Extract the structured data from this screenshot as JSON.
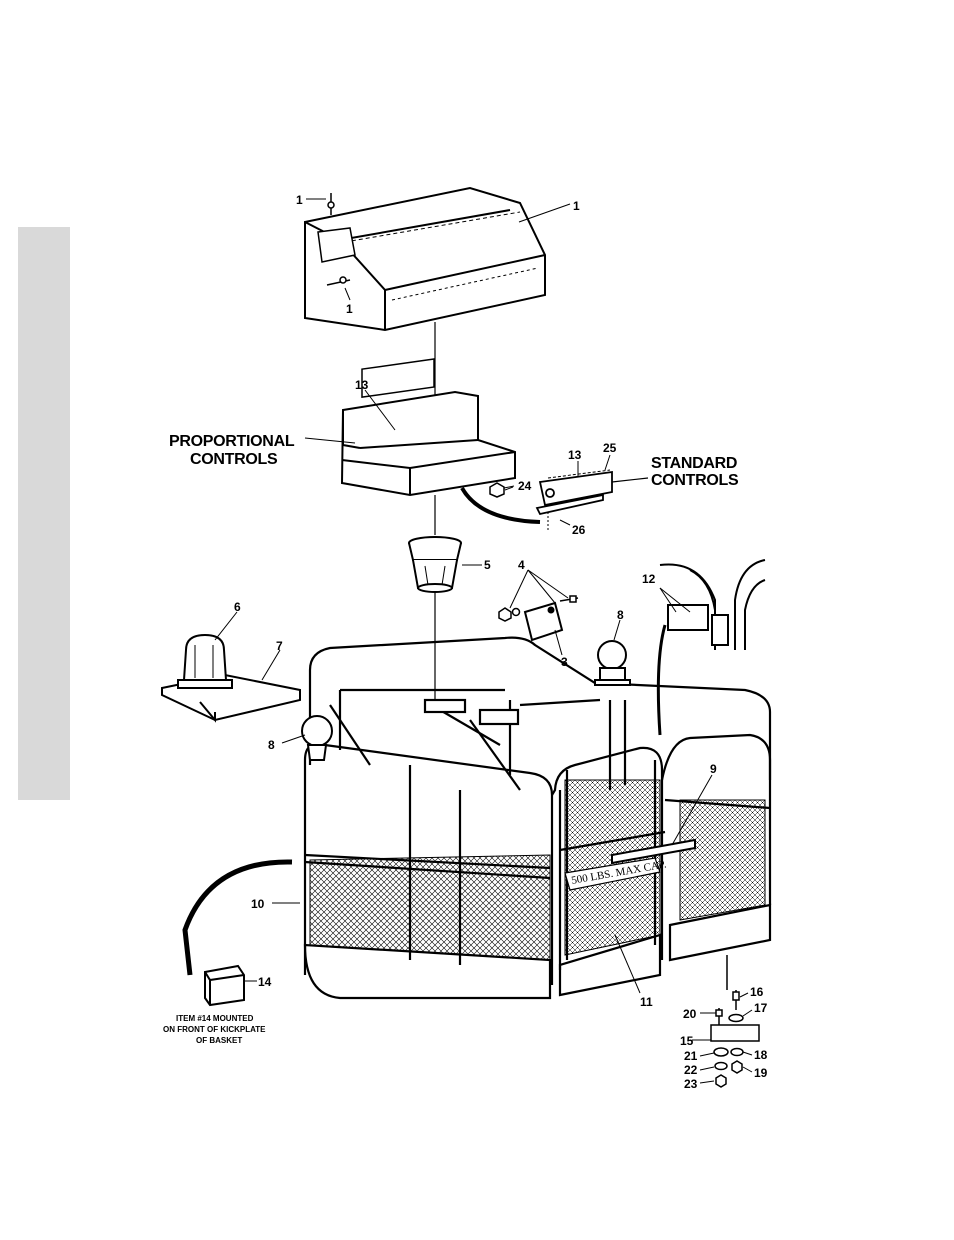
{
  "callouts": [
    "1",
    "1",
    "1",
    "13",
    "13",
    "25",
    "24",
    "26",
    "5",
    "4",
    "3",
    "6",
    "7",
    "8",
    "8",
    "12",
    "9",
    "10",
    "11",
    "14",
    "15",
    "16",
    "17",
    "18",
    "19",
    "20",
    "21",
    "22",
    "23"
  ],
  "labels": {
    "proportional_line1": "PROPORTIONAL",
    "proportional_line2": "CONTROLS",
    "standard_line1": "STANDARD",
    "standard_line2": "CONTROLS",
    "note_line1": "ITEM #14 MOUNTED",
    "note_line2": "ON FRONT OF KICKPLATE",
    "note_line3": "OF BASKET",
    "capacity_decal": "500 LBS. MAX CAP."
  },
  "colors": {
    "side_tab": "#d9d9d9",
    "ink": "#000000",
    "paper": "#ffffff"
  }
}
